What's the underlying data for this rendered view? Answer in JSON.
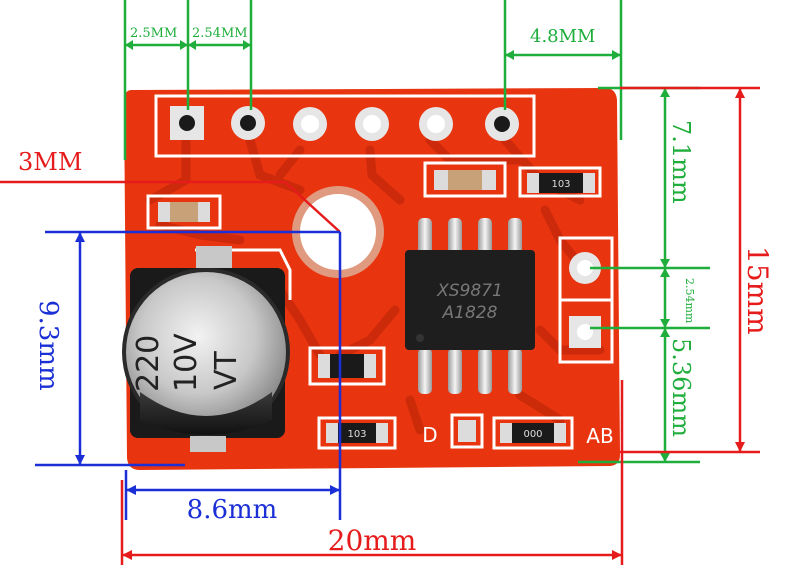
{
  "dimensions": {
    "pin_spacing_a": "2.5MM",
    "pin_spacing_b": "2.54MM",
    "edge_offset": "4.8MM",
    "hole_offset": "3MM",
    "cap_height": "9.3mm",
    "cap_width": "8.6mm",
    "board_width": "20mm",
    "board_height": "15mm",
    "upper_offset": "7.1mm",
    "right_pin_spacing": "2.54mm",
    "lower_offset": "5.36mm"
  },
  "board": {
    "capacitor_line1": "220",
    "capacitor_line2": "10V",
    "capacitor_line3": "VT",
    "chip_line1": "XS9871",
    "chip_line2": "A1828",
    "resistor_top": "103",
    "resistor_bottom": "103",
    "resistor_right": "000",
    "silk_d": "D",
    "silk_ab": "AB"
  },
  "colors": {
    "board": "#e8340f",
    "dim_green": "#1fae3b",
    "dim_red": "#e61c1c",
    "dim_blue": "#1a2fd6"
  }
}
